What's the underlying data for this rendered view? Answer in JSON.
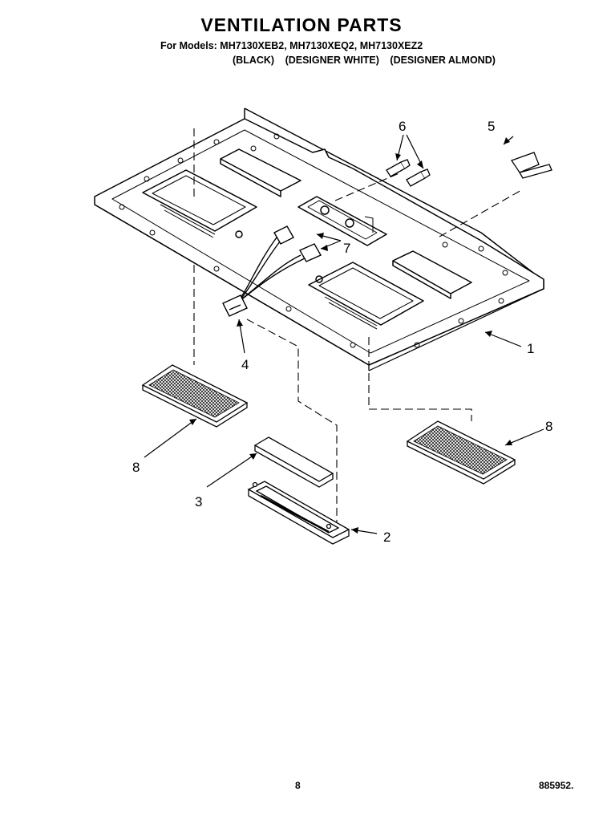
{
  "header": {
    "title": "VENTILATION PARTS",
    "models": "For Models: MH7130XEB2, MH7130XEQ2, MH7130XEZ2",
    "colors": [
      "(BLACK)",
      "(DESIGNER WHITE)",
      "(DESIGNER ALMOND)"
    ]
  },
  "callouts": {
    "c1": "1",
    "c2": "2",
    "c3": "3",
    "c4": "4",
    "c5": "5",
    "c6": "6",
    "c7": "7",
    "c8a": "8",
    "c8b": "8"
  },
  "footer": {
    "page_number": "8",
    "doc_number": "885952."
  }
}
